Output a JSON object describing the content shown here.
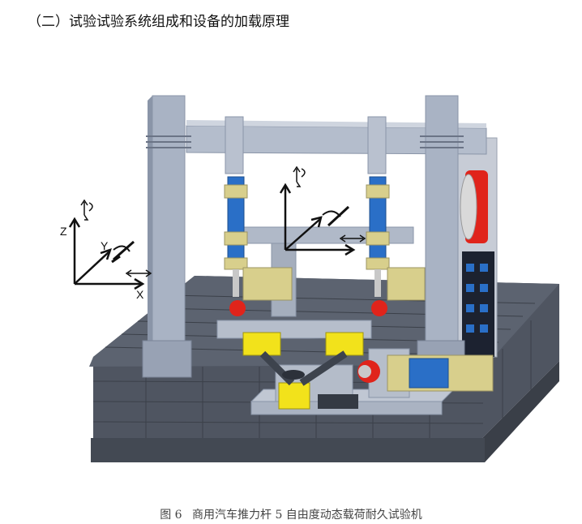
{
  "section_heading": "（二）试验试验系统组成和设备的加载原理",
  "axes": {
    "z": "Z",
    "y": "Y",
    "x": "X"
  },
  "caption": {
    "number": "图 6",
    "text": "商用汽车推力杆 5 自由度动态载荷耐久试验机"
  },
  "colors": {
    "frame": "#a9b3c4",
    "frame_dark": "#8a95a8",
    "base": "#4f5561",
    "actuator_blue": "#2a6fc7",
    "yellow": "#f2e21b",
    "khaki": "#d8cf8c",
    "red": "#e0241b"
  }
}
